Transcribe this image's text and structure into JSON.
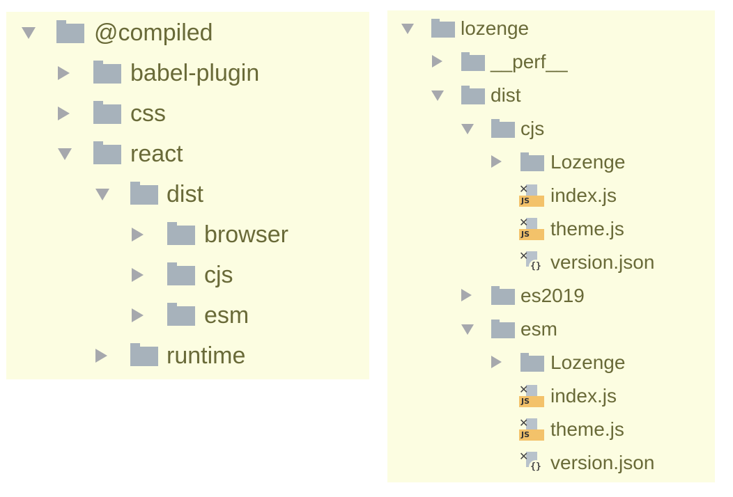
{
  "left_tree": {
    "root": {
      "label": "@compiled",
      "expanded": true
    },
    "items": [
      {
        "label": "babel-plugin",
        "expanded": false
      },
      {
        "label": "css",
        "expanded": false
      },
      {
        "label": "react",
        "expanded": true
      },
      {
        "label": "dist",
        "expanded": true
      },
      {
        "label": "browser",
        "expanded": false
      },
      {
        "label": "cjs",
        "expanded": false
      },
      {
        "label": "esm",
        "expanded": false
      },
      {
        "label": "runtime",
        "expanded": false
      }
    ]
  },
  "right_tree": {
    "root": {
      "label": "lozenge",
      "expanded": true
    },
    "items": [
      {
        "label": "__perf__",
        "expanded": false
      },
      {
        "label": "dist",
        "expanded": true
      },
      {
        "label": "cjs",
        "expanded": true
      },
      {
        "label": "Lozenge",
        "expanded": false
      },
      {
        "label": "index.js",
        "type": "js-file"
      },
      {
        "label": "theme.js",
        "type": "js-file"
      },
      {
        "label": "version.json",
        "type": "json-file"
      },
      {
        "label": "es2019",
        "expanded": false
      },
      {
        "label": "esm",
        "expanded": true
      },
      {
        "label": "Lozenge",
        "expanded": false
      },
      {
        "label": "index.js",
        "type": "js-file"
      },
      {
        "label": "theme.js",
        "type": "js-file"
      },
      {
        "label": "version.json",
        "type": "json-file"
      }
    ]
  },
  "icons": {
    "js_badge": "JS",
    "json_badge": "{}",
    "excluded_mark": "✕"
  },
  "colors": {
    "panel_background": "#fcfde1",
    "label_text": "#696a38",
    "folder": "#a7b2bb",
    "arrow": "#a6a8ad",
    "js_badge": "#f3c26a"
  }
}
